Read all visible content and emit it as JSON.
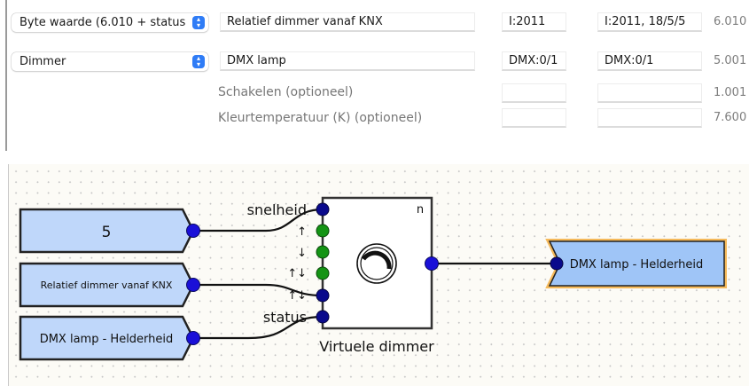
{
  "form": {
    "rows": [
      {
        "type_select": "Byte waarde (6.010 + status 3.007)",
        "name": "Relatief dimmer vanaf KNX",
        "address": "I:2011",
        "status_address": "I:2011, 18/5/5",
        "dpt": "6.010"
      },
      {
        "type_select": "Dimmer",
        "name": "DMX lamp",
        "address": "DMX:0/1",
        "status_address": "DMX:0/1",
        "dpt": "5.001"
      },
      {
        "label": "Schakelen (optioneel)",
        "address": "",
        "status_address": "",
        "dpt": "1.001"
      },
      {
        "label": "Kleurtemperatuur (K) (optioneel)",
        "address": "",
        "status_address": "",
        "dpt": "7.600"
      }
    ]
  },
  "diagram": {
    "inputs": [
      {
        "label": "5"
      },
      {
        "label": "Relatief dimmer vanaf KNX"
      },
      {
        "label": "DMX lamp - Helderheid"
      }
    ],
    "block": {
      "title": "Virtuele dimmer",
      "corner_label": "n",
      "icon": "dimmer-knob-icon",
      "ports": [
        {
          "label": "snelheid",
          "color": "#0a0a8c"
        },
        {
          "label": "↑",
          "color": "#149414"
        },
        {
          "label": "↓",
          "color": "#149414"
        },
        {
          "label": "↑↓",
          "color": "#149414"
        },
        {
          "label": "↑↓",
          "color": "#0a0a8c"
        },
        {
          "label": "status",
          "color": "#0a0a8c"
        }
      ]
    },
    "output": {
      "label": "DMX lamp - Helderheid"
    },
    "colors": {
      "node_fill": "#bfd7fa",
      "output_fill": "#9fc5f7",
      "output_highlight": "#f5b95a",
      "port_blue": "#1a10d8",
      "port_dark": "#0a0a8c",
      "port_green": "#149414"
    }
  }
}
